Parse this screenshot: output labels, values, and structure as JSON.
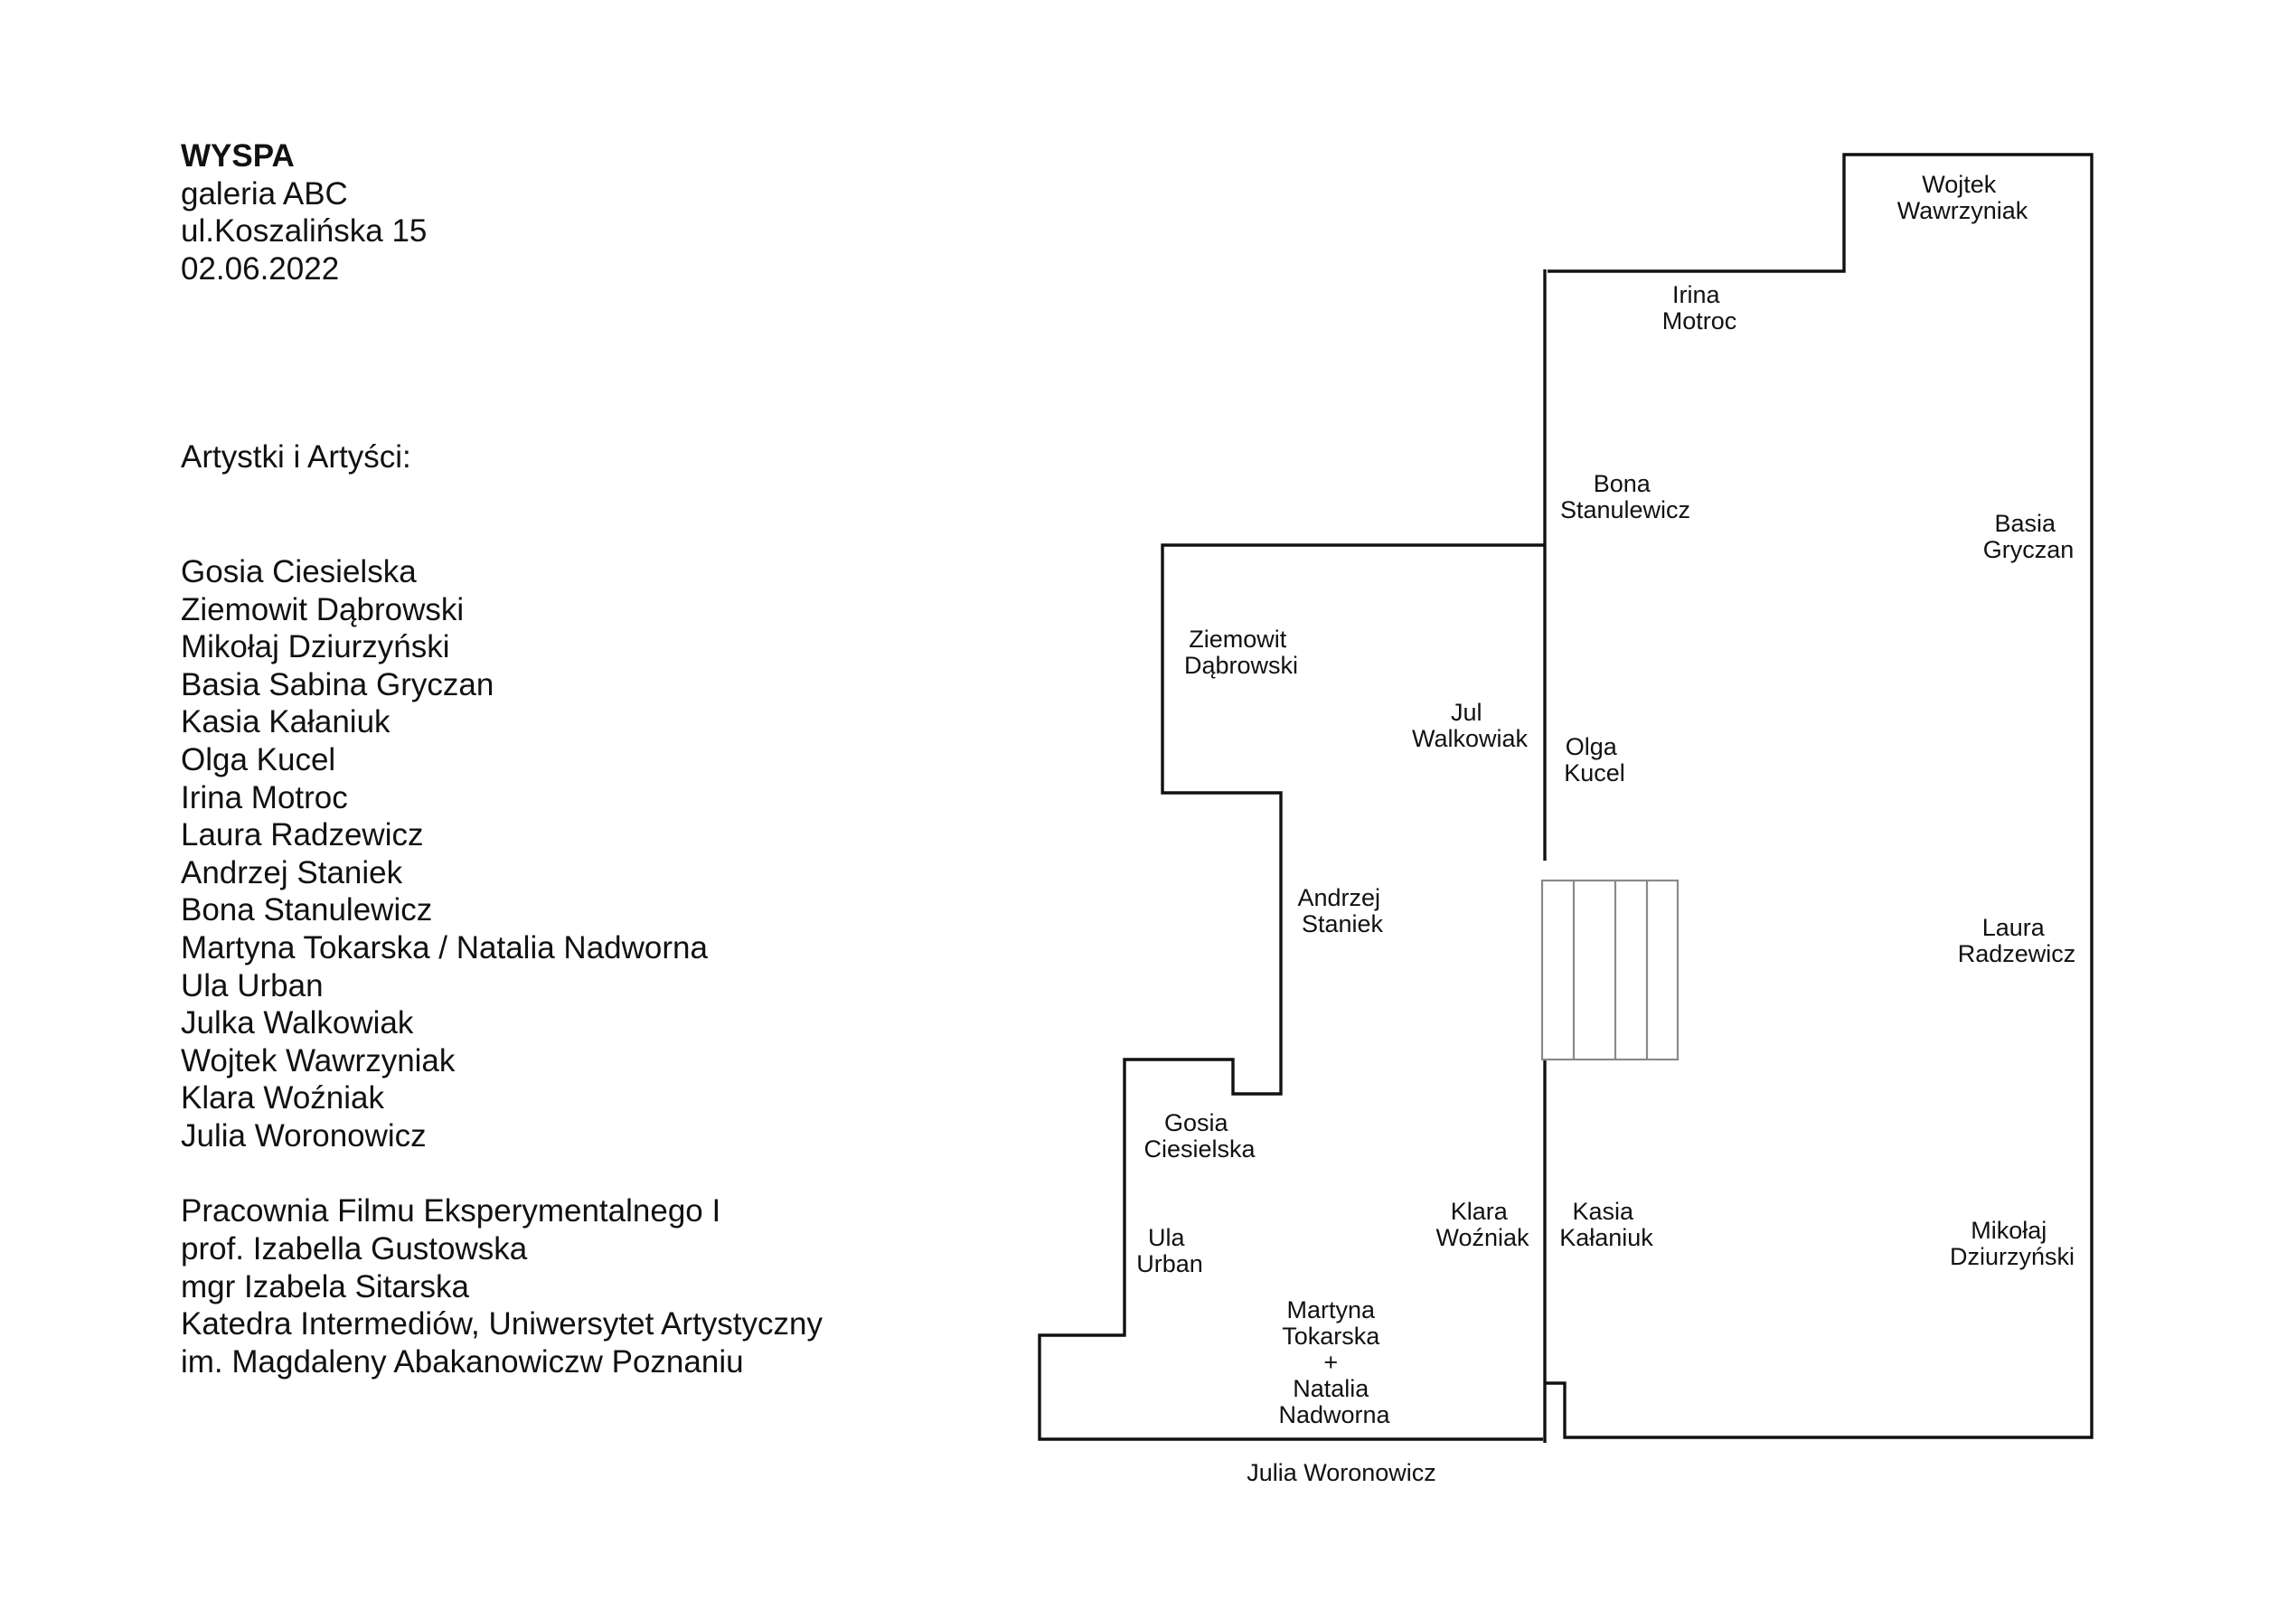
{
  "header": {
    "title": "WYSPA",
    "lines": [
      "galeria ABC",
      "ul.Koszalińska 15",
      "02.06.2022"
    ]
  },
  "artists_heading": "Artystki i Artyści:",
  "artists": [
    "Gosia Ciesielska",
    "Ziemowit Dąbrowski",
    "Mikołaj Dziurzyński",
    "Basia Sabina Gryczan",
    "Kasia Kałaniuk",
    "Olga Kucel",
    "Irina Motroc",
    "Laura Radzewicz",
    "Andrzej Staniek",
    "Bona Stanulewicz",
    "Martyna Tokarska / Natalia Nadworna",
    "Ula Urban",
    "Julka Walkowiak",
    "Wojtek Wawrzyniak",
    "Klara Woźniak",
    "Julia Woronowicz"
  ],
  "credits": [
    "Pracownia Filmu Eksperymentalnego I",
    "prof. Izabella Gustowska",
    "mgr Izabela Sitarska",
    "Katedra Intermediów, Uniwersytet Artystyczny",
    "im. Magdaleny Abakanowiczw Poznaniu"
  ],
  "plan_labels": {
    "wojtek": [
      "Wojtek",
      "Wawrzyniak"
    ],
    "irina": [
      "Irina",
      "Motroc"
    ],
    "bona": [
      "Bona",
      "Stanulewicz"
    ],
    "basia": [
      "Basia",
      "Gryczan"
    ],
    "ziemowit": [
      "Ziemowit",
      "Dąbrowski"
    ],
    "jul": [
      "Jul",
      "Walkowiak"
    ],
    "olga": [
      "Olga",
      "Kucel"
    ],
    "andrzej": [
      "Andrzej",
      "Staniek"
    ],
    "laura": [
      "Laura",
      "Radzewicz"
    ],
    "gosia": [
      "Gosia",
      "Ciesielska"
    ],
    "klara": [
      "Klara",
      "Woźniak"
    ],
    "kasia": [
      "Kasia",
      "Kałaniuk"
    ],
    "mikolaj": [
      "Mikołaj",
      "Dziurzyński"
    ],
    "ula": [
      "Ula",
      "Urban"
    ],
    "martyna": [
      "Martyna",
      "Tokarska",
      "+",
      "Natalia",
      "Nadworna"
    ],
    "julia": [
      "Julia Woronowicz"
    ]
  }
}
